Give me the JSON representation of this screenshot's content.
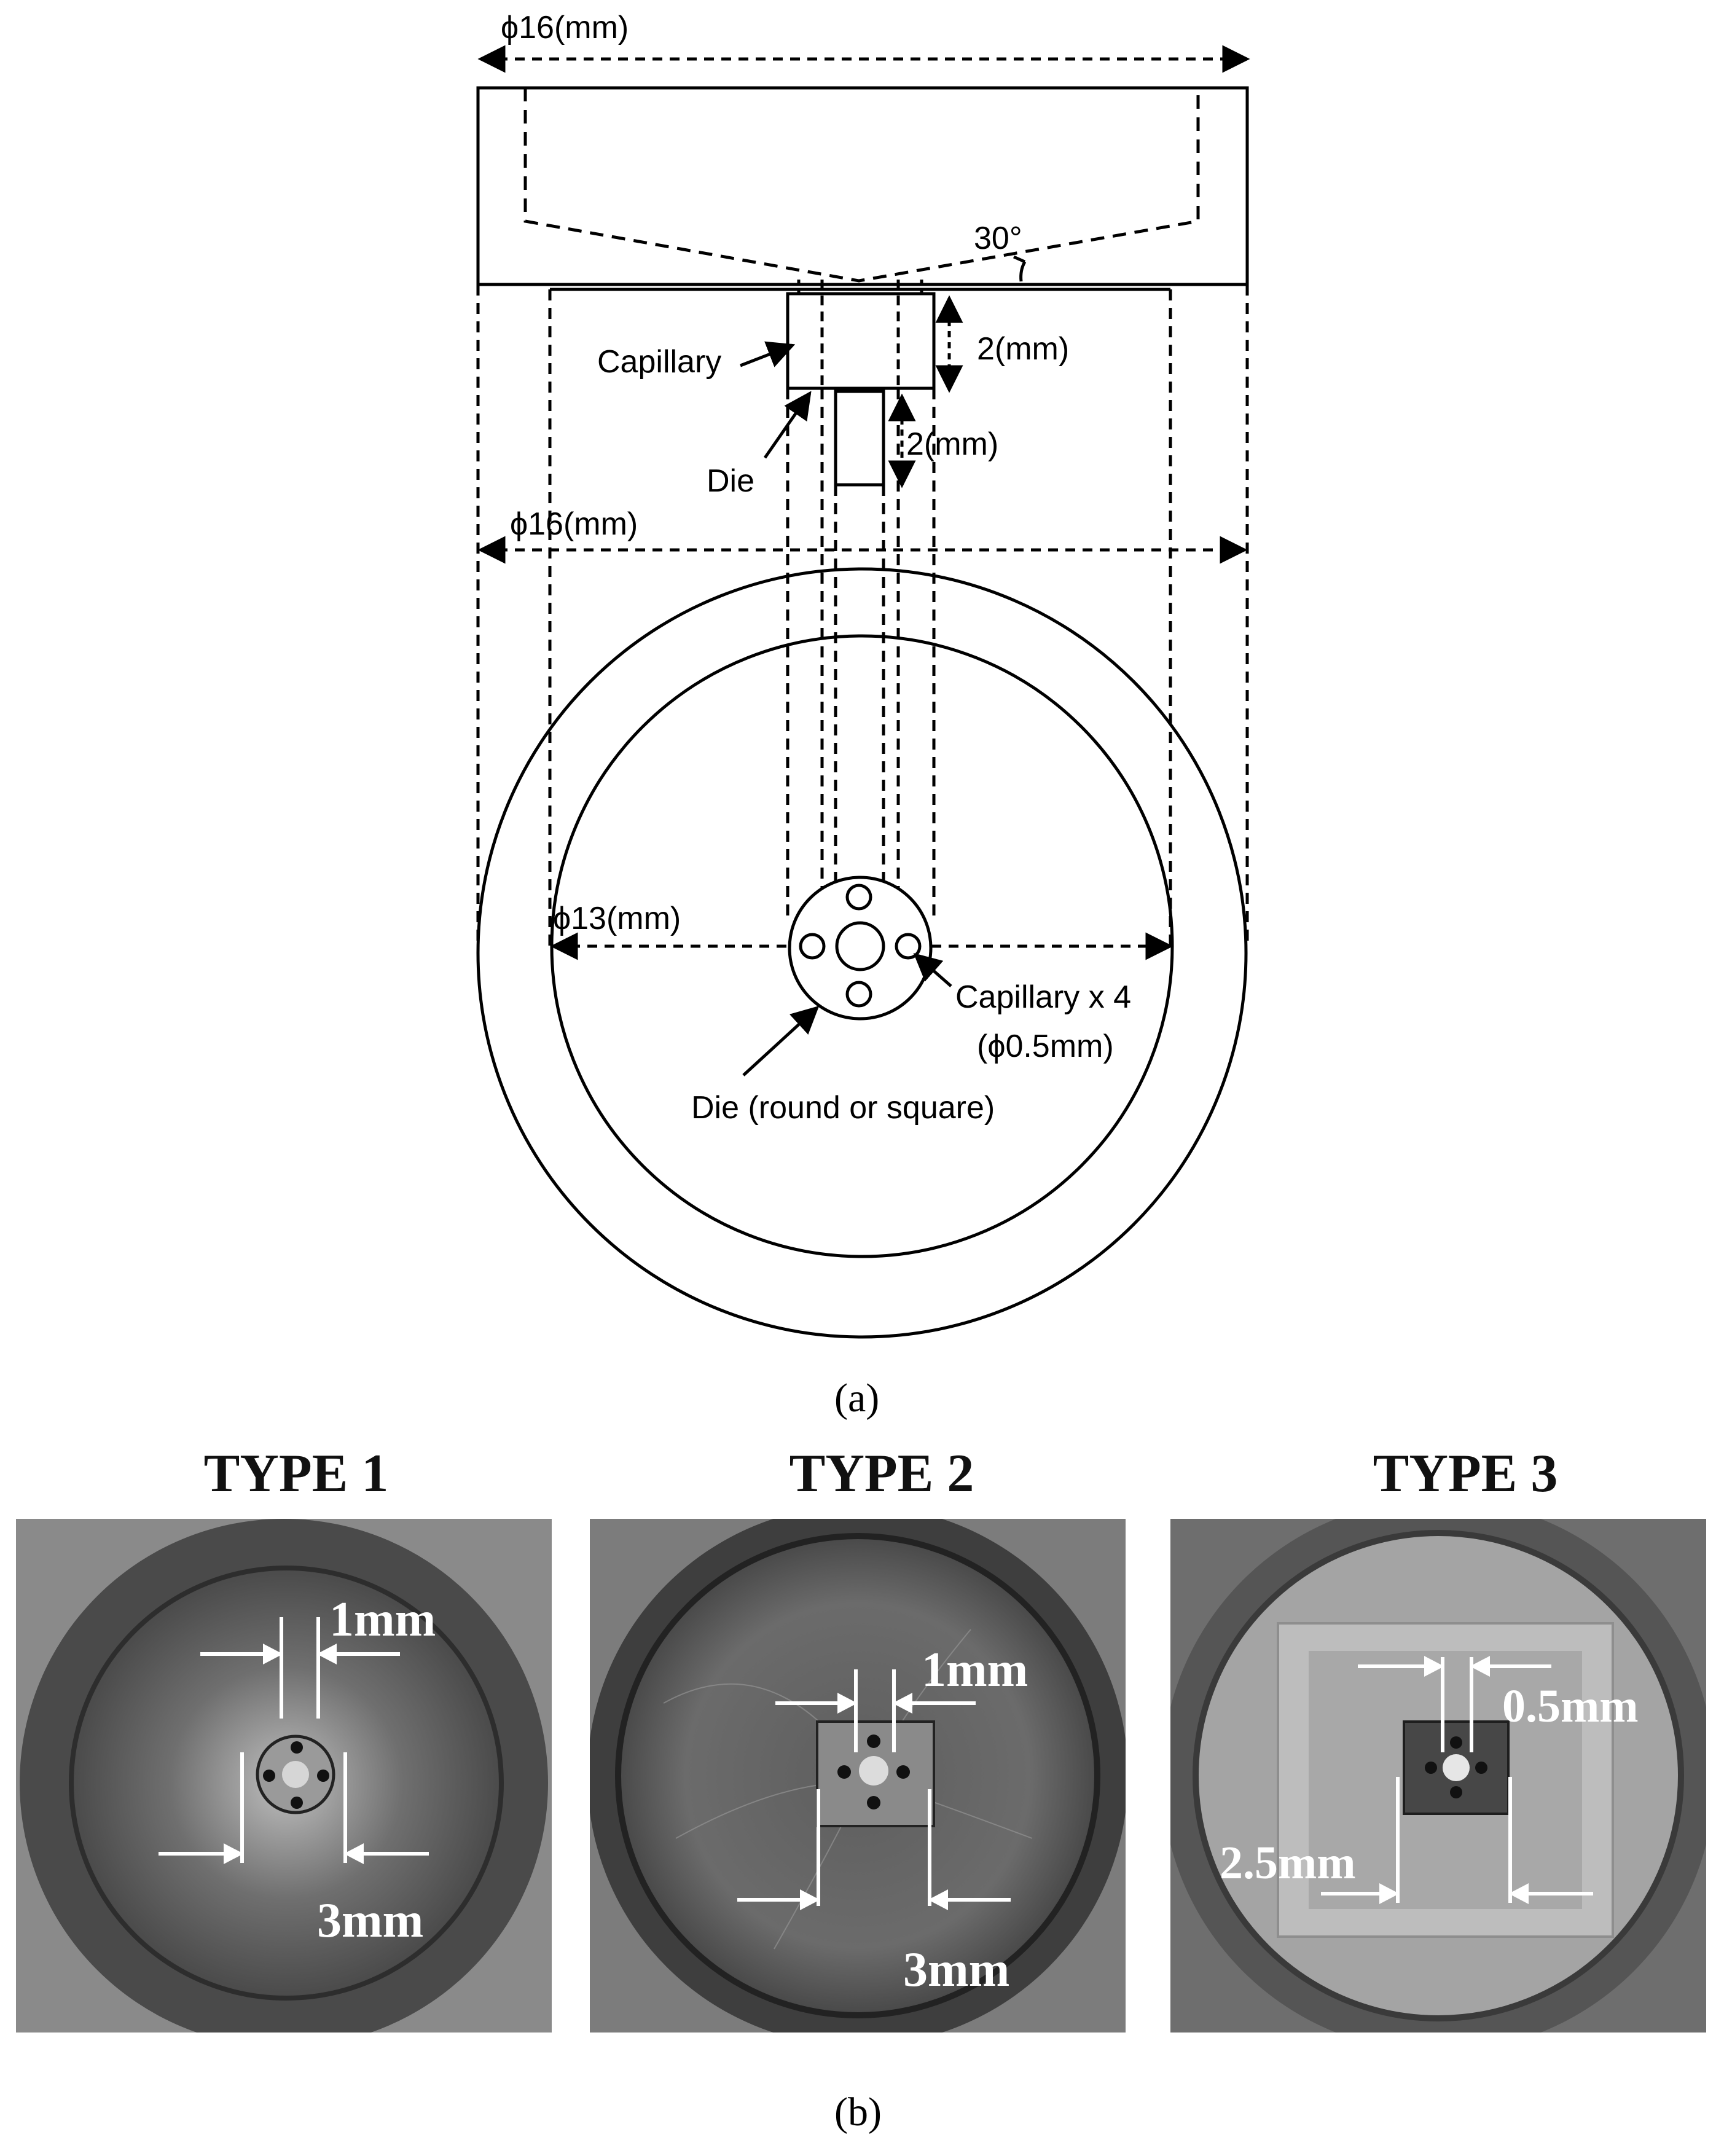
{
  "part_a": {
    "caption": "(a)",
    "labels": {
      "top_diameter": "ϕ16(mm)",
      "angle": "30°",
      "capillary": "Capillary",
      "die": "Die",
      "capillary_length": "2(mm)",
      "die_length": "2(mm)",
      "mid_diameter": "ϕ16(mm)",
      "inner_diameter": "ϕ13(mm)",
      "capillary_count": "Capillary x 4",
      "capillary_size": "(ϕ0.5mm)",
      "die_shape": "Die (round or square)"
    }
  },
  "part_b": {
    "caption": "(b)",
    "types": [
      {
        "title": "TYPE 1",
        "dim_small": "1mm",
        "dim_large": "3mm"
      },
      {
        "title": "TYPE 2",
        "dim_small": "1mm",
        "dim_large": "3mm"
      },
      {
        "title": "TYPE 3",
        "dim_small": "0.5mm",
        "dim_large": "2.5mm"
      }
    ]
  }
}
